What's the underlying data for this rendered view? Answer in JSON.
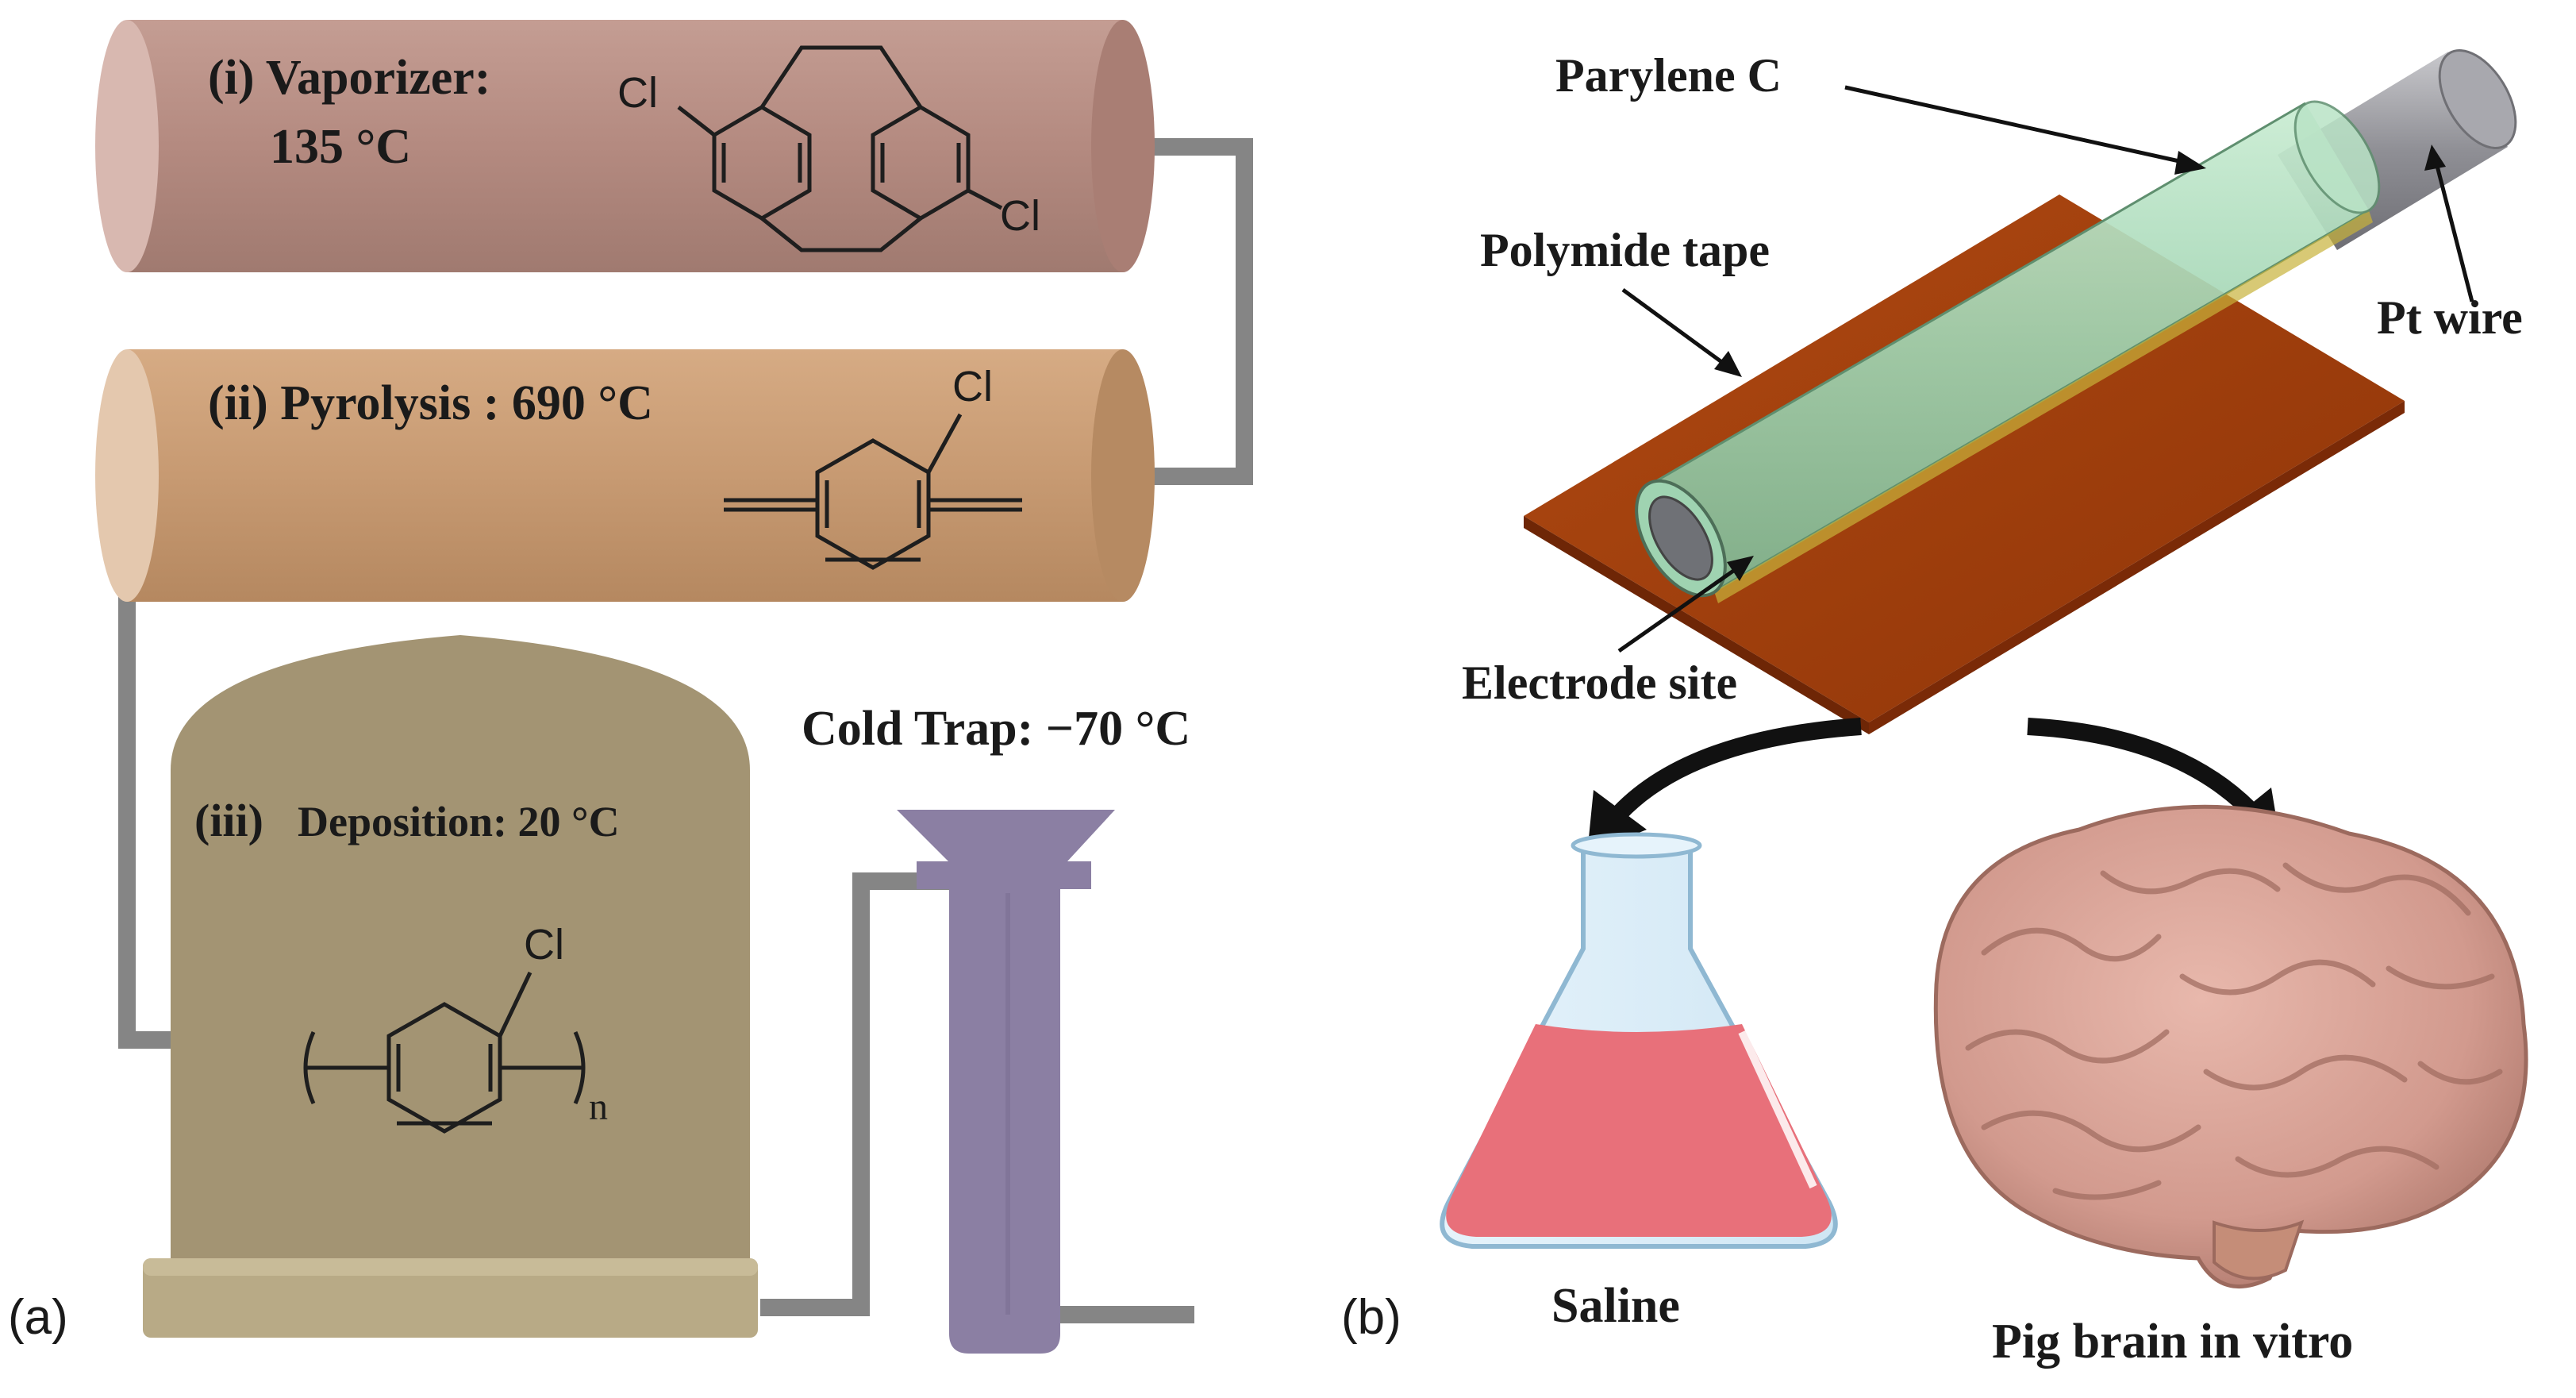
{
  "panel_a": {
    "label": "(a)",
    "vaporizer": {
      "title": "(i) Vaporizer:",
      "temp": "135 °C"
    },
    "pyrolysis": {
      "title": "(ii) Pyrolysis : 690 °C"
    },
    "deposition": {
      "title_prefix": "(iii)",
      "title": "Deposition: 20 °C"
    },
    "cold_trap": {
      "title": "Cold Trap: −70 °C"
    },
    "chem": {
      "substituent": "Cl",
      "repeat_index": "n"
    },
    "colors": {
      "vaporizer": "#b48a80",
      "pyrolysis": "#c79a72",
      "chamber": "#a39473",
      "trap": "#8b7fa3",
      "pipe": "#858585"
    }
  },
  "panel_b": {
    "label": "(b)",
    "labels": {
      "parylene": "Parylene C",
      "polymide": "Polymide tape",
      "pt_wire": "Pt wire",
      "electrode": "Electrode site",
      "saline": "Saline",
      "brain": "Pig brain in vitro"
    },
    "colors": {
      "tape": "#a13e0b",
      "coating": "#a8d8b8",
      "saline": "#e8707a",
      "brain": "#d7a096"
    }
  }
}
